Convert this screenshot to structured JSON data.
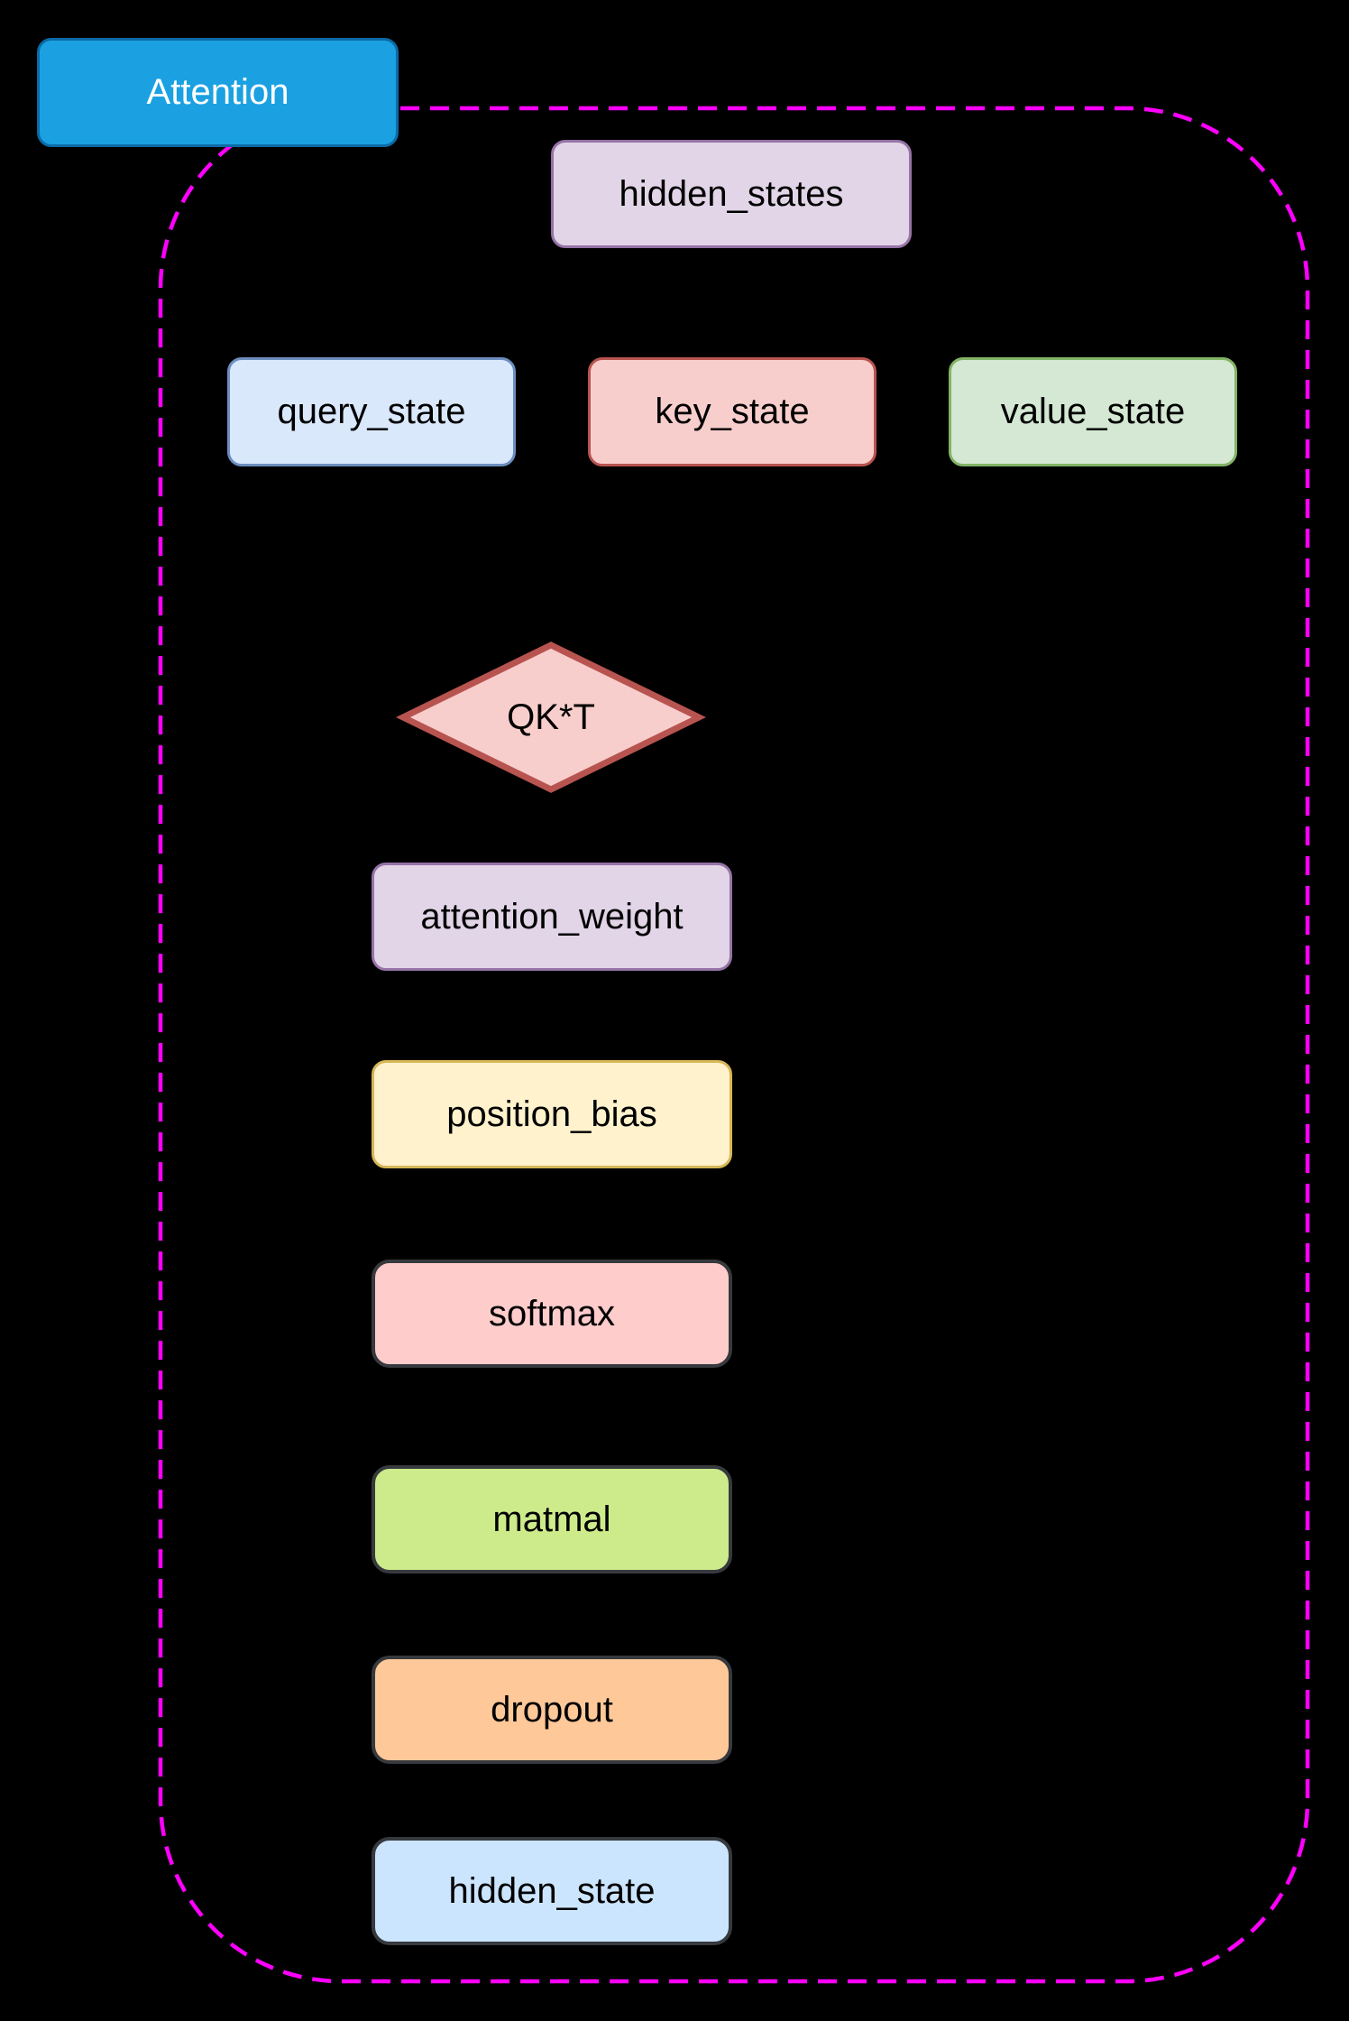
{
  "page": {
    "background": "#000000"
  },
  "container": {
    "border_color": "#ff00ff"
  },
  "title_node": {
    "label": "Attention",
    "fill": "#1ba1e2",
    "stroke": "#0c6aa6",
    "text_color": "#ffffff"
  },
  "nodes": {
    "hidden_states": {
      "label": "hidden_states",
      "fill": "#e1d5e7",
      "stroke": "#9673a6"
    },
    "query_state": {
      "label": "query_state",
      "fill": "#dae8fc",
      "stroke": "#6c8ebf"
    },
    "key_state": {
      "label": "key_state",
      "fill": "#f8cecc",
      "stroke": "#b85450"
    },
    "value_state": {
      "label": "value_state",
      "fill": "#d5e8d4",
      "stroke": "#82b366"
    },
    "qkt": {
      "label": "QK*T",
      "fill": "#f8cecc",
      "stroke": "#b85450"
    },
    "attention_weight": {
      "label": "attention_weight",
      "fill": "#e1d5e7",
      "stroke": "#9673a6"
    },
    "position_bias": {
      "label": "position_bias",
      "fill": "#fff2cc",
      "stroke": "#d6b656"
    },
    "softmax": {
      "label": "softmax",
      "fill": "#ffcccc",
      "stroke": "#36393d"
    },
    "matmal": {
      "label": "matmal",
      "fill": "#cdeb8b",
      "stroke": "#36393d"
    },
    "dropout": {
      "label": "dropout",
      "fill": "#ffc899",
      "stroke": "#36393d"
    },
    "hidden_state": {
      "label": "hidden_state",
      "fill": "#cce5ff",
      "stroke": "#36393d"
    }
  }
}
